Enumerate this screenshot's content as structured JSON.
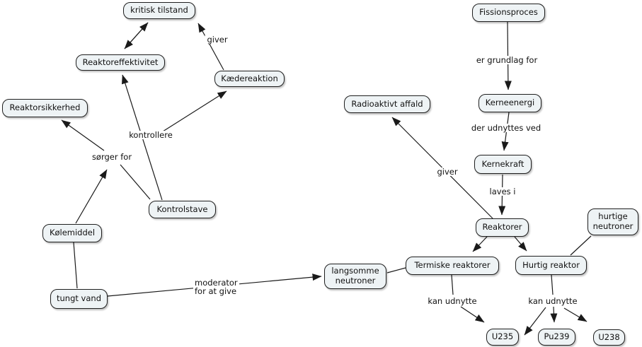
{
  "diagram": {
    "type": "concept-map",
    "language": "da",
    "colors": {
      "background": "#ffffff",
      "node_fill": "#eef3f5",
      "node_border": "#1f1f1f",
      "line": "#1a1a1a"
    },
    "nodes": {
      "kritisk_tilstand": {
        "label": "kritisk tilstand"
      },
      "reaktoreffektivitet": {
        "label": "Reaktoreffektivitet"
      },
      "kaedereaktion": {
        "label": "Kædereaktion"
      },
      "reaktorsikkerhed": {
        "label": "Reaktorsikkerhed"
      },
      "kontrolstave": {
        "label": "Kontrolstave"
      },
      "koelemiddel": {
        "label": "Kølemiddel"
      },
      "tungt_vand": {
        "label": "tungt vand"
      },
      "fissionsproces": {
        "label": "Fissionsproces"
      },
      "radioaktivt_affald": {
        "label": "Radioaktivt affald"
      },
      "kerneenergi": {
        "label": "Kerneenergi"
      },
      "kernekraft": {
        "label": "Kernekraft"
      },
      "reaktorer": {
        "label": "Reaktorer"
      },
      "hurtige_neutroner": {
        "label": "hurtige neutroner"
      },
      "termiske_reaktorer": {
        "label": "Termiske reaktorer"
      },
      "hurtig_reaktor": {
        "label": "Hurtig reaktor"
      },
      "langsomme_neutroner": {
        "label": "langsomme neutroner"
      },
      "u235": {
        "label": "U235"
      },
      "pu239": {
        "label": "Pu239"
      },
      "u238": {
        "label": "U238"
      }
    },
    "link_labels": {
      "giver_kaede": "giver",
      "kontrollere": "kontrollere",
      "soerger_for": "sørger for",
      "moderator_line1": "moderator",
      "moderator_line2": "for at give",
      "er_grundlag_for": "er grundlag for",
      "der_udnyttes_ved": "der udnyttes ved",
      "laves_i": "laves i",
      "giver_affald": "giver",
      "kan_udnytte_termisk": "kan udnytte",
      "kan_udnytte_hurtig": "kan udnytte"
    }
  }
}
